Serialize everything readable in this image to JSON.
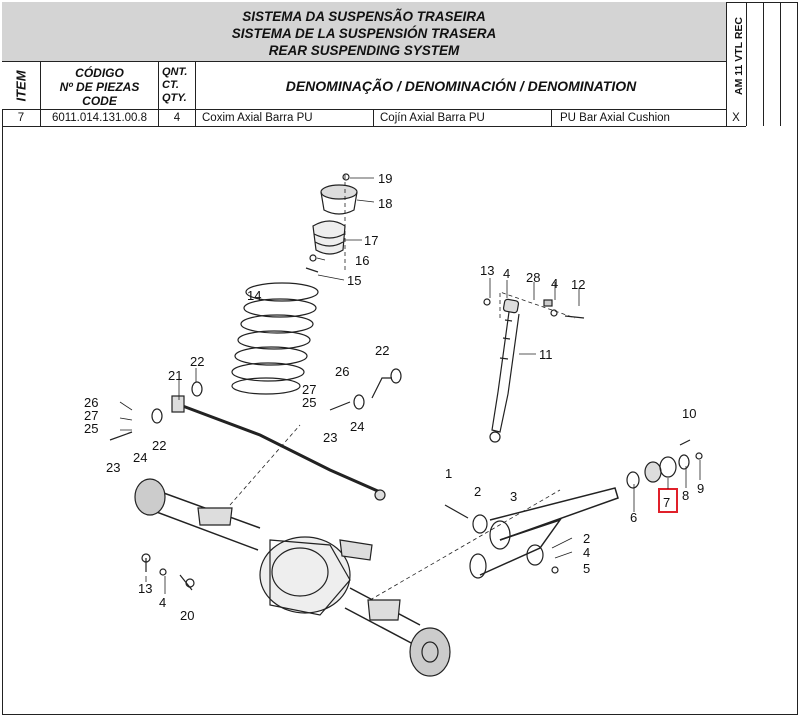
{
  "title": {
    "pt": "SISTEMA DA SUSPENSÃO TRASEIRA",
    "es": "SISTEMA DE LA SUSPENSIÓN TRASERA",
    "en": "REAR SUSPENDING SYSTEM"
  },
  "model_column": "AM 11 VTL REC",
  "header": {
    "item": "ITEM",
    "code_1": "CÓDIGO",
    "code_2": "Nº DE PIEZAS",
    "code_3": "CODE",
    "qty_1": "QNT.",
    "qty_2": "CT.",
    "qty_3": "QTY.",
    "denomination": "DENOMINAÇÃO / DENOMINACIÓN / DENOMINATION"
  },
  "part_row": {
    "item": "7",
    "code": "6011.014.131.00.8",
    "qty": "4",
    "desc_pt": "Coxim Axial Barra PU",
    "desc_es": "Cojín Axial Barra PU",
    "desc_en": "PU Bar Axial Cushion",
    "mark": "X"
  },
  "diagram": {
    "highlighted_callout": "7",
    "highlight_color": "#e0202a",
    "callouts": [
      "19",
      "18",
      "17",
      "16",
      "15",
      "14",
      "13",
      "4",
      "28",
      "4",
      "12",
      "11",
      "22",
      "21",
      "26",
      "27",
      "25",
      "23",
      "24",
      "22",
      "26",
      "27",
      "25",
      "23",
      "24",
      "22",
      "10",
      "1",
      "2",
      "3",
      "6",
      "8",
      "9",
      "2",
      "4",
      "5",
      "13",
      "4",
      "20"
    ]
  }
}
